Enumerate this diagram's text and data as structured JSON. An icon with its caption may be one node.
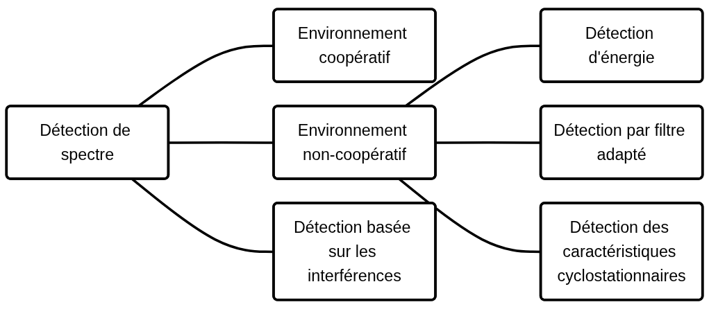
{
  "diagram": {
    "nodes": [
      {
        "text": [
          "Détection de spectre"
        ]
      },
      {
        "text": [
          "Environnement coopératif"
        ]
      },
      {
        "text": [
          "Environnement non-coopératif"
        ]
      },
      {
        "text": [
          "Détection basée sur les interférences"
        ]
      },
      {
        "text": [
          "Détection d'énergie"
        ]
      },
      {
        "text": [
          "Détection par filtre adapté"
        ]
      },
      {
        "text": [
          "Détection des caractéristiques cyclostationnaires"
        ]
      }
    ],
    "edges": [
      {
        "from": 0,
        "to": 1,
        "arrow": "none"
      },
      {
        "from": 0,
        "to": 2,
        "arrow": "none"
      },
      {
        "from": 0,
        "to": 3,
        "arrow": "none"
      },
      {
        "from": 2,
        "to": 4,
        "arrow": "none"
      },
      {
        "from": 2,
        "to": 5,
        "arrow": "none"
      },
      {
        "from": 2,
        "to": 6,
        "arrow": "none"
      }
    ]
  }
}
